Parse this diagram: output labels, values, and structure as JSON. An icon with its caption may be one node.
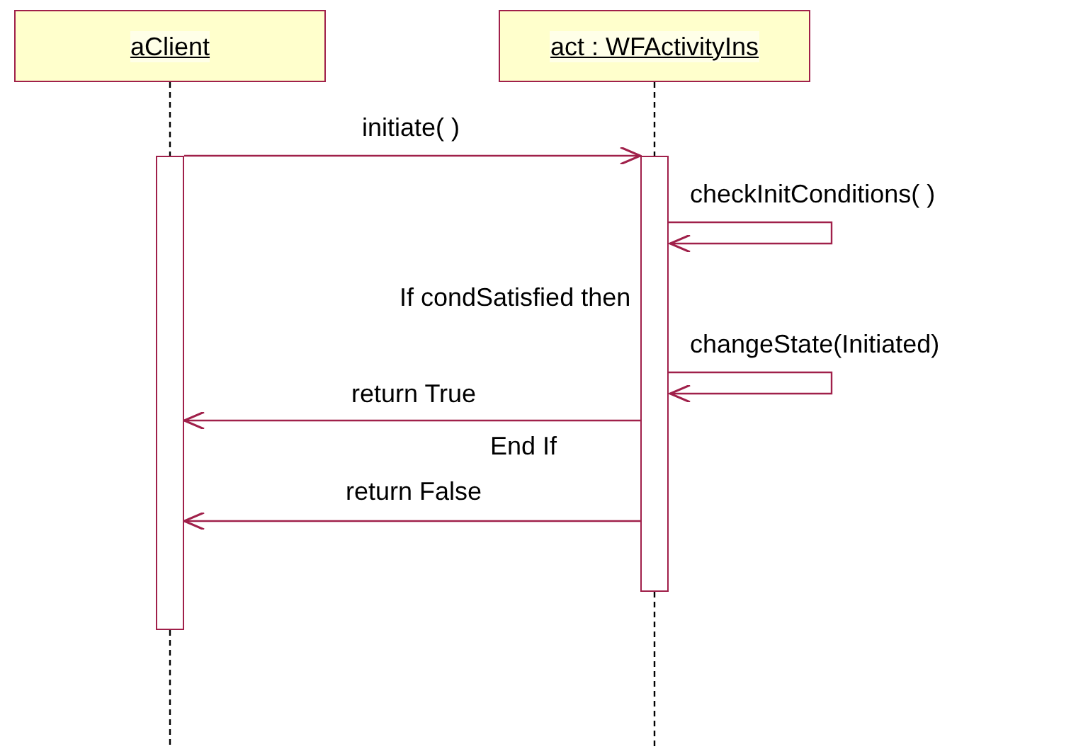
{
  "diagram": {
    "nodes": [
      {
        "text": [
          "aClient"
        ]
      },
      {
        "text": [
          "act : WFActivityIns"
        ]
      },
      {
        "text": [],
        "shape": "bar"
      },
      {
        "text": [],
        "shape": "bar"
      }
    ],
    "edges": [
      {
        "from": 0,
        "to": 2,
        "arrow": "none",
        "style": "dashed",
        "color": "#000000"
      },
      {
        "from": 1,
        "to": 3,
        "arrow": "none",
        "style": "dashed",
        "color": "#000000"
      },
      {
        "from": 2,
        "to": 3,
        "arrow": "to",
        "label": "initiate( )"
      },
      {
        "from": 3,
        "to": 3,
        "arrow": "to",
        "label": "checkInitConditions( )"
      },
      {
        "from": 3,
        "to": 3,
        "arrow": "to",
        "label": "changeState(Initiated)"
      },
      {
        "from": 3,
        "to": 2,
        "arrow": "to",
        "label": "return True"
      },
      {
        "from": 3,
        "to": 2,
        "arrow": "to",
        "label": "return False"
      }
    ],
    "labels": [
      "If condSatisfied then",
      "End If"
    ]
  }
}
